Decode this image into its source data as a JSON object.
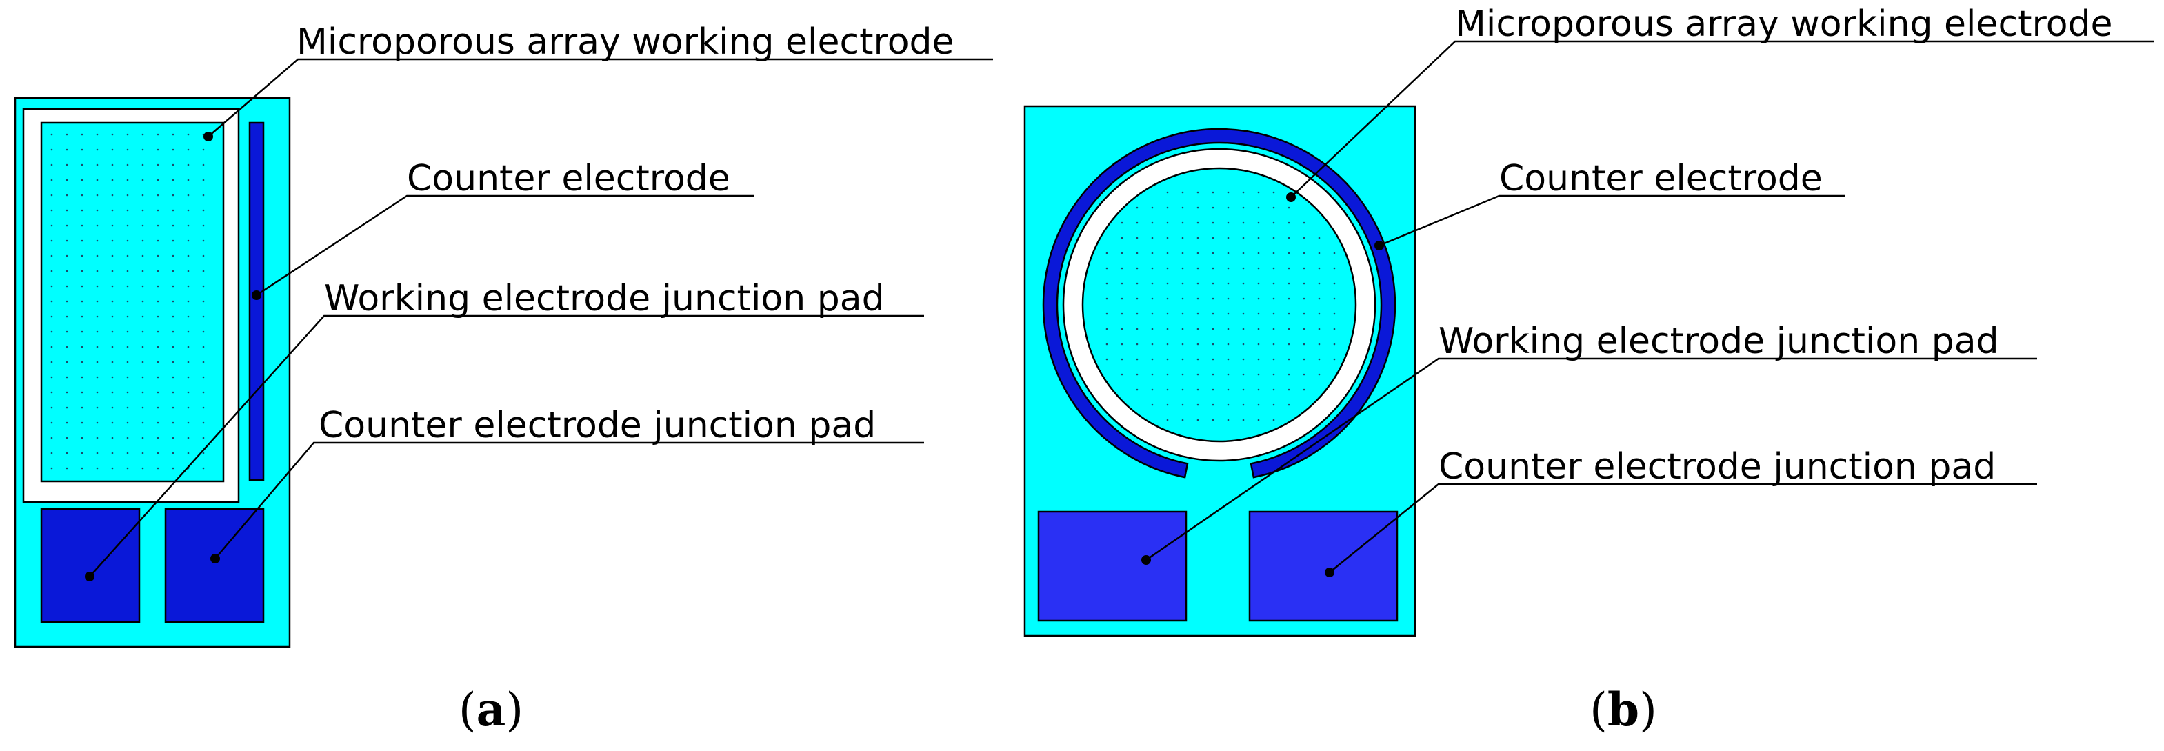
{
  "colors": {
    "substrate": "#00ffff",
    "electrode_dark": "#0a18d8",
    "electrode_pad": "#2a30f4",
    "gap": "#ffffff",
    "line": "#000000"
  },
  "panel_a": {
    "label_prefix": "(",
    "label_letter": "a",
    "label_suffix": ")",
    "callouts": {
      "working_electrode": "Microporous array working electrode",
      "counter_electrode": "Counter electrode",
      "working_pad": "Working electrode junction pad",
      "counter_pad": "Counter electrode junction pad"
    }
  },
  "panel_b": {
    "label_prefix": "(",
    "label_letter": "b",
    "label_suffix": ")",
    "callouts": {
      "working_electrode": "Microporous array working electrode",
      "counter_electrode": "Counter electrode",
      "working_pad": "Working electrode junction pad",
      "counter_pad": "Counter electrode junction pad"
    }
  }
}
